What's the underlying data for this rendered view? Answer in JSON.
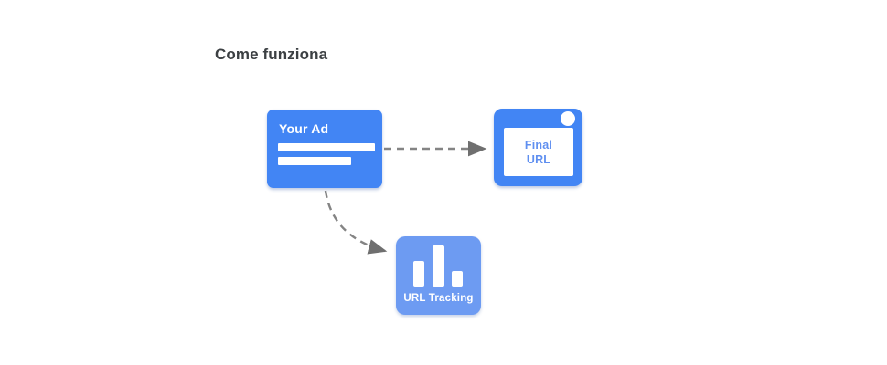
{
  "page": {
    "title": "Come funziona"
  },
  "diagram": {
    "nodes": {
      "your_ad": {
        "label": "Your Ad",
        "placeholder_lines": 2
      },
      "final_url": {
        "line1": "Final",
        "line2": "URL"
      },
      "url_tracking": {
        "label": "URL Tracking"
      }
    },
    "icons": {
      "your_ad_placeholder": "text-lines-icon",
      "final_url_window": "browser-window-dot-icon",
      "url_tracking": "bar-chart-icon"
    },
    "connections": [
      {
        "from": "your_ad",
        "to": "final_url",
        "style": "dashed-straight-arrow"
      },
      {
        "from": "your_ad",
        "to": "url_tracking",
        "style": "dashed-curved-arrow"
      }
    ],
    "colors": {
      "primary_blue": "#4285F4",
      "light_blue": "#6D9BF2",
      "final_url_text_blue": "#5F8FF0",
      "arrow_gray": "#848484",
      "title_gray": "#3C4043",
      "background": "#FFFFFF",
      "node_content_white": "#FFFFFF"
    }
  }
}
